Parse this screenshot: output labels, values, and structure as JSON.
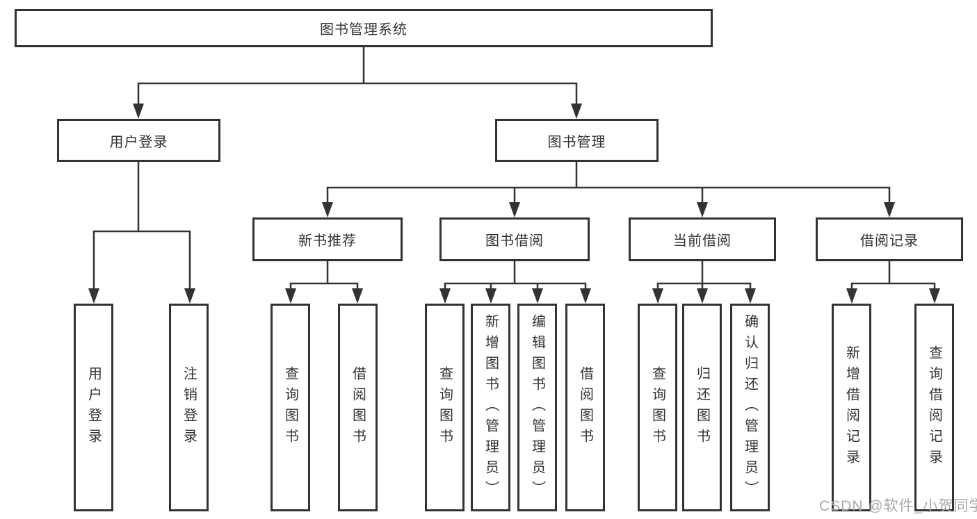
{
  "diagram_title": "图书管理系统",
  "tree": {
    "root": "图书管理系统",
    "branches": [
      {
        "label": "用户登录",
        "children": [
          "用户登录",
          "注销登录"
        ]
      },
      {
        "label": "图书管理",
        "groups": [
          {
            "label": "新书推荐",
            "children": [
              "查询图书",
              "借阅图书"
            ]
          },
          {
            "label": "图书借阅",
            "children": [
              "查询图书",
              "新增图书（管理员）",
              "编辑图书（管理员）",
              "借阅图书"
            ]
          },
          {
            "label": "当前借阅",
            "children": [
              "查询图书",
              "归还图书",
              "确认归还（管理员）"
            ]
          },
          {
            "label": "借阅记录",
            "children": [
              "新增借阅记录",
              "查询借阅记录"
            ]
          }
        ]
      }
    ]
  },
  "watermark": "CSDN @软件_小贺同学",
  "colors": {
    "line": "#333333",
    "text": "#333333",
    "box_fill": "#ffffff",
    "watermark": "#ababab",
    "background": "#ffffff"
  }
}
